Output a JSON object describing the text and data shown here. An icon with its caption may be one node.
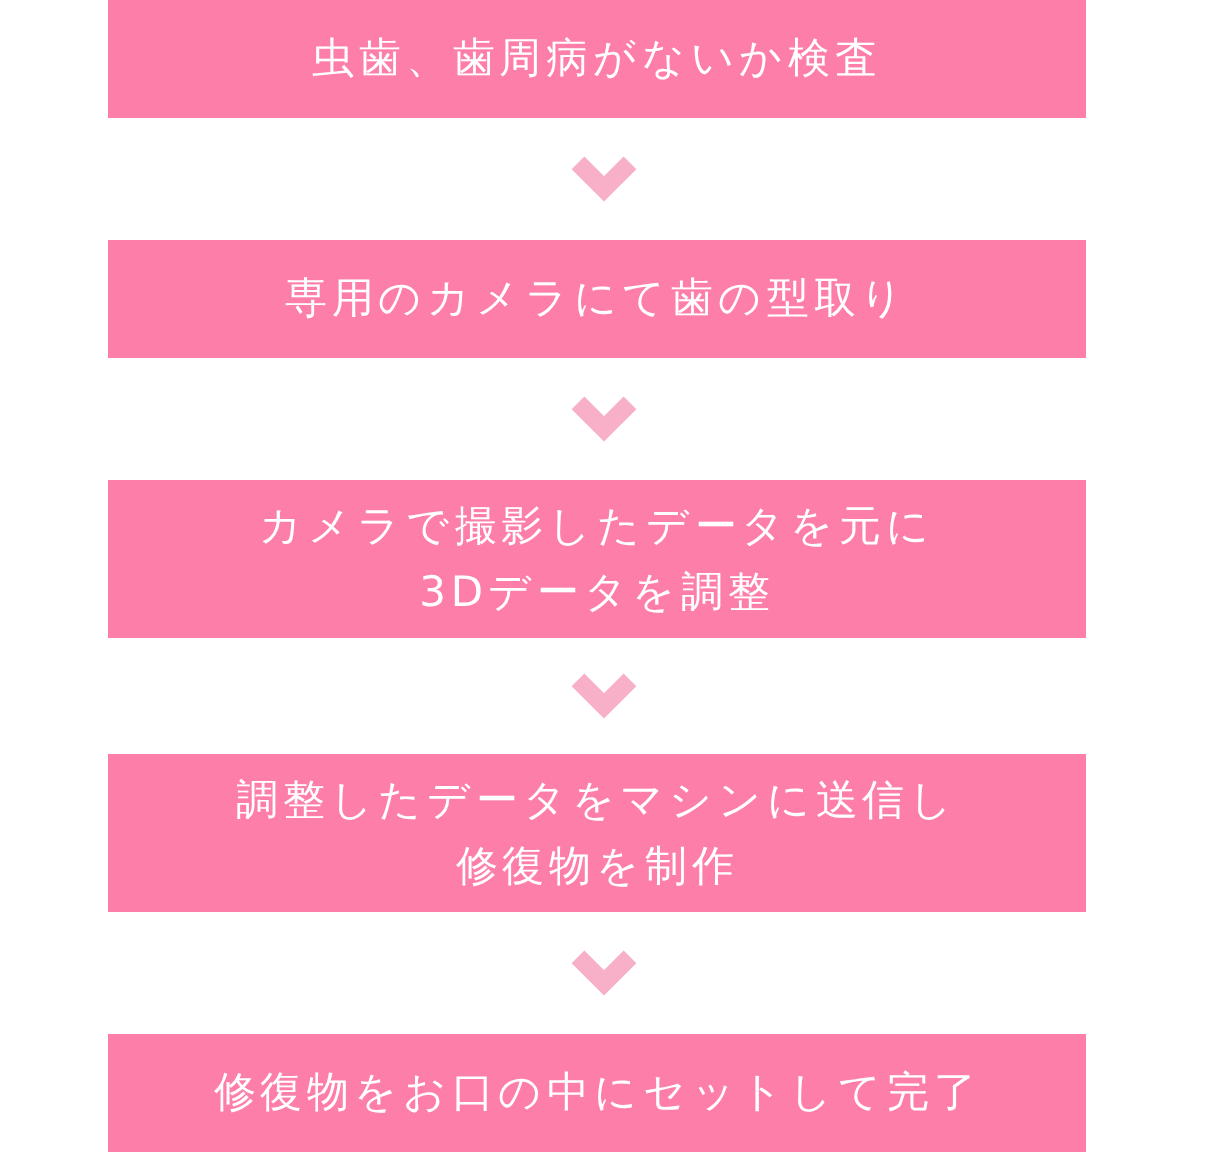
{
  "diagram": {
    "nodes": [
      {
        "text": [
          "虫歯、歯周病がないか検査"
        ]
      },
      {
        "text": [
          "専用のカメラにて歯の型取り"
        ]
      },
      {
        "text": [
          "カメラで撮影したデータを元に3Dデータを調整"
        ]
      },
      {
        "text": [
          "調整したデータをマシンに送信し修復物を制作"
        ]
      },
      {
        "text": [
          "修復物をお口の中にセットして完了"
        ]
      }
    ],
    "edges": [
      {
        "from": 0,
        "to": 1,
        "arrow": "to"
      },
      {
        "from": 1,
        "to": 2,
        "arrow": "to"
      },
      {
        "from": 2,
        "to": 3,
        "arrow": "to"
      },
      {
        "from": 3,
        "to": 4,
        "arrow": "to"
      }
    ]
  }
}
